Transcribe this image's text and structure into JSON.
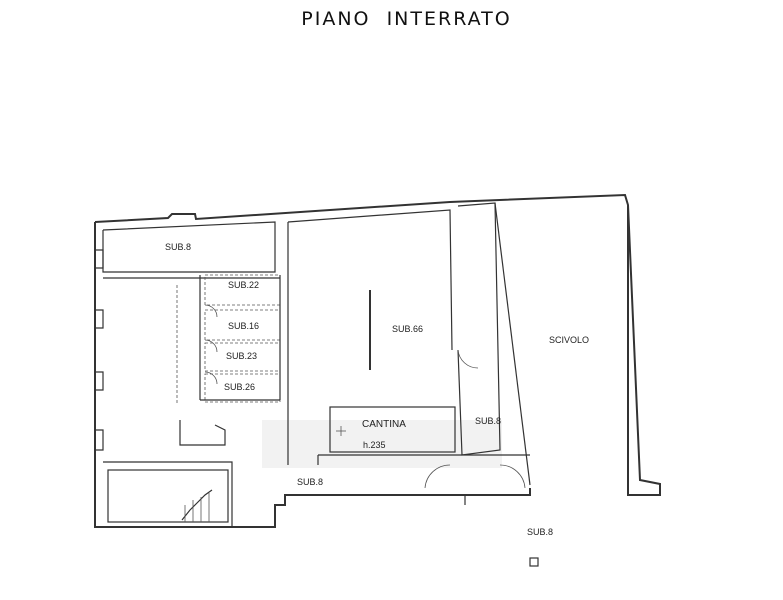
{
  "title": "PIANO  INTERRATO",
  "labels": {
    "sub8_top": "SUB.8",
    "sub22": "SUB.22",
    "sub16": "SUB.16",
    "sub23": "SUB.23",
    "sub26": "SUB.26",
    "sub66": "SUB.66",
    "scivolo": "SCIVOLO",
    "cantina": "CANTINA",
    "cantina_h": "h.235",
    "sub8_right": "SUB.8",
    "sub8_corridor": "SUB.8",
    "sub8_outside": "SUB.8"
  }
}
